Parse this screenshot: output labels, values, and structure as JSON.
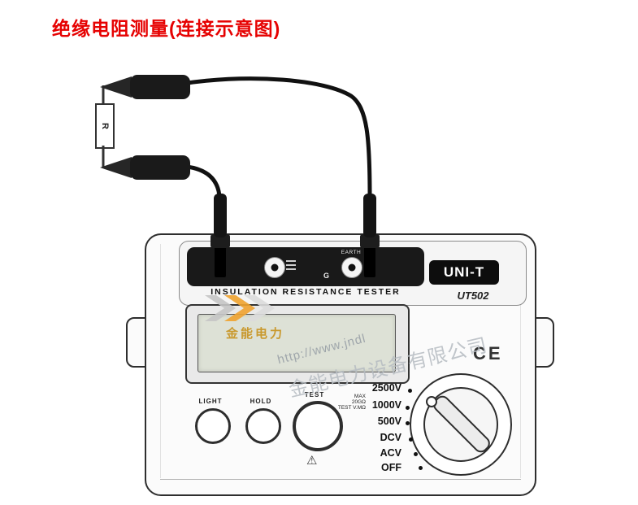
{
  "page": {
    "title": "绝缘电阻测量(连接示意图)",
    "title_color": "#e60202"
  },
  "diagram": {
    "resistor_label": "R",
    "device": {
      "brand": "UNI-T",
      "model": "UT502",
      "panel_title": "INSULATION RESISTANCE TESTER",
      "terminals": {
        "earth_label": "EARTH",
        "g_label": "G"
      },
      "buttons": [
        {
          "label": "LIGHT"
        },
        {
          "label": "HOLD"
        },
        {
          "label": "TEST"
        }
      ],
      "dial": {
        "positions": [
          "2500V",
          "1000V",
          "500V",
          "DCV",
          "ACV",
          "OFF"
        ],
        "note_lines": [
          "MAX",
          "20GΩ",
          "TEST V.MΩ"
        ]
      },
      "ce_mark": "CE",
      "warning_symbol": "⚠"
    },
    "watermark": {
      "brand": "金能电力",
      "company": "金能电力设备有限公司",
      "url": "http://www.jndl"
    },
    "colors": {
      "accent_red": "#e60202",
      "watermark_gold": "#c9992e",
      "device_outline": "#2e2e2e"
    }
  }
}
